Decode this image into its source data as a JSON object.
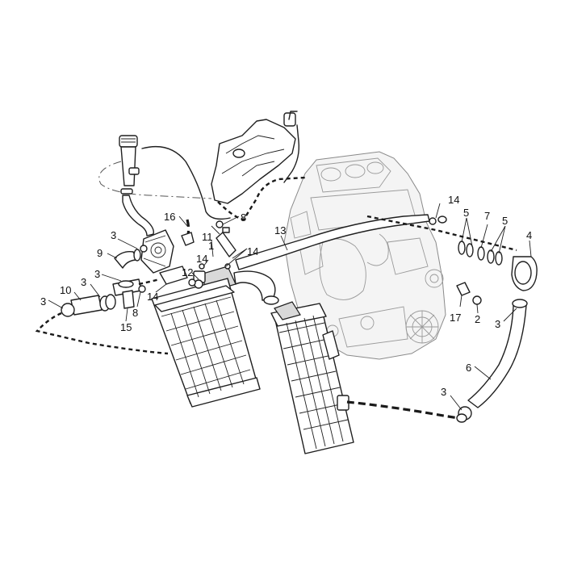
{
  "callouts": {
    "c1": "1",
    "c2": "2",
    "c3a": "3",
    "c3b": "3",
    "c3c": "3",
    "c3d": "3",
    "c3e": "3",
    "c3f": "3",
    "c4": "4",
    "c5a": "5",
    "c5b": "5",
    "c6": "6",
    "c7": "7",
    "c8a": "8",
    "c8b": "8",
    "c9": "9",
    "c10": "10",
    "c11": "11",
    "c12": "12",
    "c13": "13",
    "c14a": "14",
    "c14b": "14",
    "c14c": "14",
    "c14d": "14",
    "c15": "15",
    "c16": "16",
    "c17": "17"
  }
}
